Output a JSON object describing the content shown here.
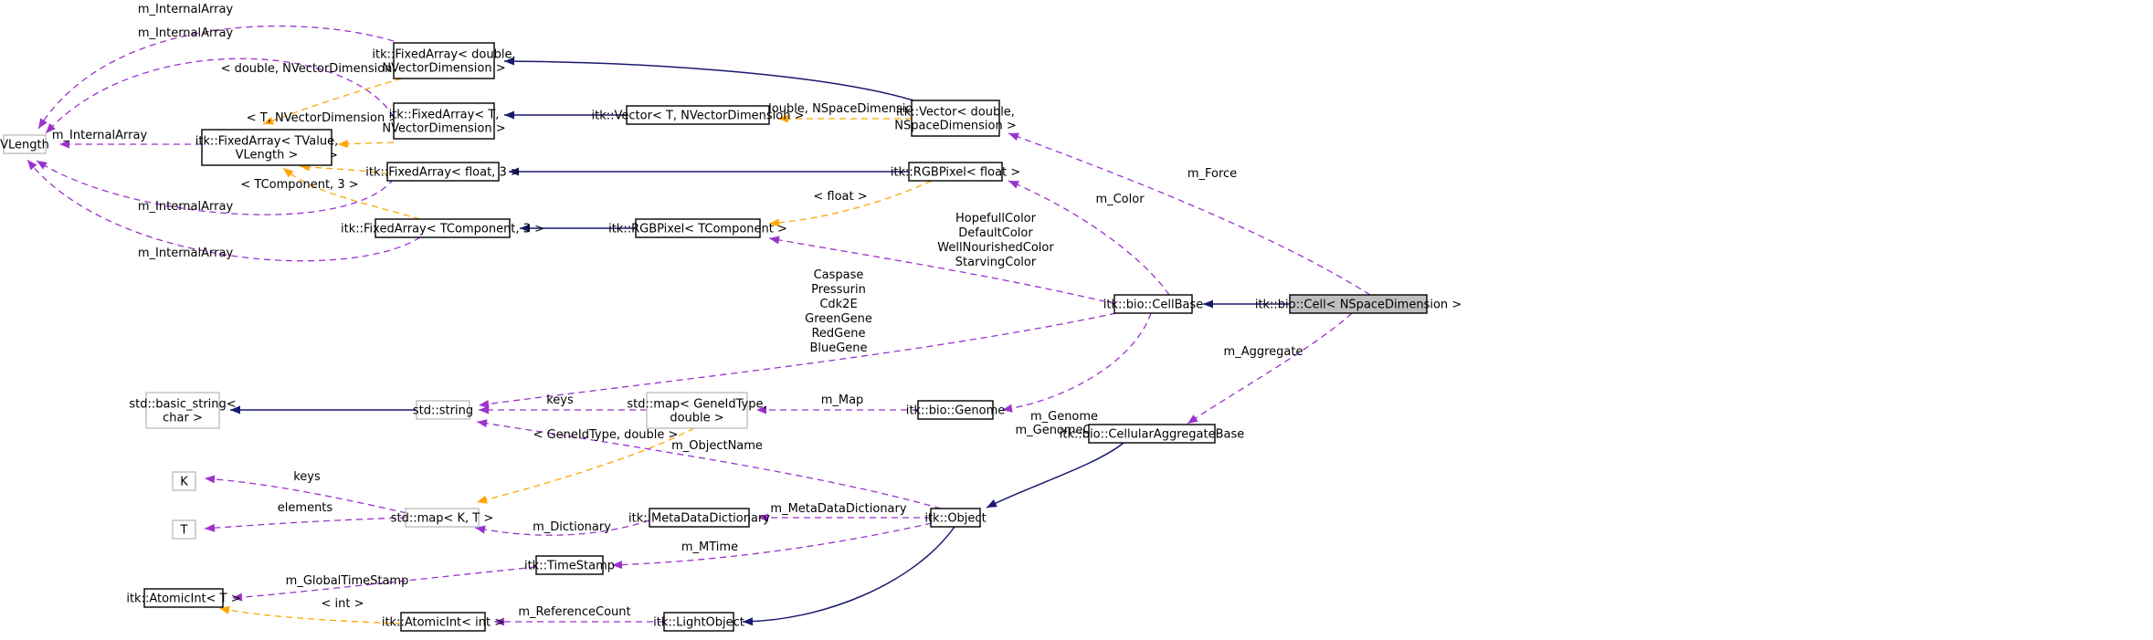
{
  "nodes": [
    {
      "id": "vlength",
      "lines": [
        "VLength"
      ],
      "style": "ghost"
    },
    {
      "id": "fa_tvalue",
      "lines": [
        "itk::FixedArray< TValue,",
        "VLength >"
      ],
      "style": "normal"
    },
    {
      "id": "fa_double_nvd",
      "lines": [
        "itk::FixedArray< double,",
        "NVectorDimension >"
      ],
      "style": "normal"
    },
    {
      "id": "fa_t_nvd",
      "lines": [
        "itk::FixedArray< T,",
        "NVectorDimension >"
      ],
      "style": "normal"
    },
    {
      "id": "fa_float3",
      "lines": [
        "itk::FixedArray< float, 3 >"
      ],
      "style": "normal"
    },
    {
      "id": "fa_tcomp3",
      "lines": [
        "itk::FixedArray< TComponent, 3 >"
      ],
      "style": "normal"
    },
    {
      "id": "vector_t",
      "lines": [
        "itk::Vector< T, NVectorDimension >"
      ],
      "style": "normal"
    },
    {
      "id": "vector_double",
      "lines": [
        "itk::Vector< double,",
        "NSpaceDimension >"
      ],
      "style": "normal"
    },
    {
      "id": "rgb_float",
      "lines": [
        "itk::RGBPixel< float >"
      ],
      "style": "normal"
    },
    {
      "id": "rgb_tcomp",
      "lines": [
        "itk::RGBPixel< TComponent >"
      ],
      "style": "normal"
    },
    {
      "id": "cellbase",
      "lines": [
        "itk::bio::CellBase"
      ],
      "style": "normal"
    },
    {
      "id": "cell",
      "lines": [
        "itk::bio::Cell< NSpaceDimension >"
      ],
      "style": "focus"
    },
    {
      "id": "basic_string",
      "lines": [
        "std::basic_string<",
        "char >"
      ],
      "style": "ghost"
    },
    {
      "id": "std_string",
      "lines": [
        "std::string"
      ],
      "style": "ghost"
    },
    {
      "id": "map_gene",
      "lines": [
        "std::map< GeneIdType,",
        "double >"
      ],
      "style": "ghost"
    },
    {
      "id": "genome",
      "lines": [
        "itk::bio::Genome"
      ],
      "style": "normal"
    },
    {
      "id": "aggregate",
      "lines": [
        "itk::bio::CellularAggregateBase"
      ],
      "style": "normal"
    },
    {
      "id": "k",
      "lines": [
        "K"
      ],
      "style": "ghost"
    },
    {
      "id": "t",
      "lines": [
        "T"
      ],
      "style": "ghost"
    },
    {
      "id": "map_kt",
      "lines": [
        "std::map< K, T >"
      ],
      "style": "ghost"
    },
    {
      "id": "mdd",
      "lines": [
        "itk::MetaDataDictionary"
      ],
      "style": "normal"
    },
    {
      "id": "object",
      "lines": [
        "itk::Object"
      ],
      "style": "normal"
    },
    {
      "id": "timestamp",
      "lines": [
        "itk::TimeStamp"
      ],
      "style": "normal"
    },
    {
      "id": "atomic_t",
      "lines": [
        "itk::AtomicInt< T >"
      ],
      "style": "normal"
    },
    {
      "id": "atomic_int",
      "lines": [
        "itk::AtomicInt< int >"
      ],
      "style": "normal"
    },
    {
      "id": "lightobject",
      "lines": [
        "itk::LightObject"
      ],
      "style": "normal"
    }
  ],
  "edges": [
    {
      "id": "e_vl_tvalue",
      "kind": "member",
      "labels": [
        "m_InternalArray"
      ]
    },
    {
      "id": "e_vl_fadouble",
      "kind": "member",
      "labels": [
        "m_InternalArray"
      ]
    },
    {
      "id": "e_vl_fat",
      "kind": "member",
      "labels": [
        "m_InternalArray"
      ]
    },
    {
      "id": "e_vl_fafloat",
      "kind": "member",
      "labels": [
        "m_InternalArray"
      ]
    },
    {
      "id": "e_vl_fatcomp",
      "kind": "member",
      "labels": [
        "m_InternalArray"
      ]
    },
    {
      "id": "e_t_fadouble",
      "kind": "template",
      "labels": [
        "< double, NVectorDimension >"
      ]
    },
    {
      "id": "e_t_fat",
      "kind": "template",
      "labels": [
        "< T, NVectorDimension >"
      ]
    },
    {
      "id": "e_t_fafloat",
      "kind": "template",
      "labels": [
        "< float, 3 >"
      ]
    },
    {
      "id": "e_t_fatcomp",
      "kind": "template",
      "labels": [
        "< TComponent, 3 >"
      ]
    },
    {
      "id": "e_i_vecd_fad",
      "kind": "inherit",
      "labels": []
    },
    {
      "id": "e_i_vect_fat",
      "kind": "inherit",
      "labels": []
    },
    {
      "id": "e_t_vecd",
      "kind": "template",
      "labels": [
        "< double, NSpaceDimension >"
      ]
    },
    {
      "id": "e_i_rgbf_faf",
      "kind": "inherit",
      "labels": []
    },
    {
      "id": "e_i_rgbt_fatc",
      "kind": "inherit",
      "labels": []
    },
    {
      "id": "e_t_rgbf",
      "kind": "template",
      "labels": [
        "< float >"
      ]
    },
    {
      "id": "e_m_force",
      "kind": "member",
      "labels": [
        "m_Force"
      ]
    },
    {
      "id": "e_m_color",
      "kind": "member",
      "labels": [
        "m_Color"
      ]
    },
    {
      "id": "e_m_colors",
      "kind": "member",
      "labels": [
        "HopefullColor",
        "DefaultColor",
        "WellNourishedColor",
        "StarvingColor"
      ]
    },
    {
      "id": "e_i_cell",
      "kind": "inherit",
      "labels": []
    },
    {
      "id": "e_m_genes",
      "kind": "member",
      "labels": [
        "Caspase",
        "Pressurin",
        "Cdk2E",
        "GreenGene",
        "RedGene",
        "BlueGene"
      ]
    },
    {
      "id": "e_m_genome",
      "kind": "member",
      "labels": [
        "m_Genome",
        "m_GenomeCopy"
      ]
    },
    {
      "id": "e_m_aggregate",
      "kind": "member",
      "labels": [
        "m_Aggregate"
      ]
    },
    {
      "id": "e_i_string",
      "kind": "inherit",
      "labels": []
    },
    {
      "id": "e_m_keys_map",
      "kind": "member",
      "labels": [
        "keys"
      ]
    },
    {
      "id": "e_m_map",
      "kind": "member",
      "labels": [
        "m_Map"
      ]
    },
    {
      "id": "e_t_mapkt",
      "kind": "template",
      "labels": [
        "< GeneIdType, double >"
      ]
    },
    {
      "id": "e_m_objname",
      "kind": "member",
      "labels": [
        "m_ObjectName"
      ]
    },
    {
      "id": "e_m_keys_k",
      "kind": "member",
      "labels": [
        "keys"
      ]
    },
    {
      "id": "e_m_elements",
      "kind": "member",
      "labels": [
        "elements"
      ]
    },
    {
      "id": "e_m_dictionary",
      "kind": "member",
      "labels": [
        "m_Dictionary"
      ]
    },
    {
      "id": "e_m_mdd",
      "kind": "member",
      "labels": [
        "m_MetaDataDictionary"
      ]
    },
    {
      "id": "e_i_aggobj",
      "kind": "inherit",
      "labels": []
    },
    {
      "id": "e_m_mtime",
      "kind": "member",
      "labels": [
        "m_MTime"
      ]
    },
    {
      "id": "e_m_gts",
      "kind": "member",
      "labels": [
        "m_GlobalTimeStamp"
      ]
    },
    {
      "id": "e_t_atomic",
      "kind": "template",
      "labels": [
        "< int >"
      ]
    },
    {
      "id": "e_m_refcount",
      "kind": "member",
      "labels": [
        "m_ReferenceCount"
      ]
    },
    {
      "id": "e_i_lightobj",
      "kind": "inherit",
      "labels": []
    }
  ],
  "colors": {
    "inheritance": "#191970",
    "member": "#9a32cd",
    "template": "#ffa500",
    "focus_fill": "#bfbfbf",
    "ghost_stroke": "#bfbfbf"
  }
}
